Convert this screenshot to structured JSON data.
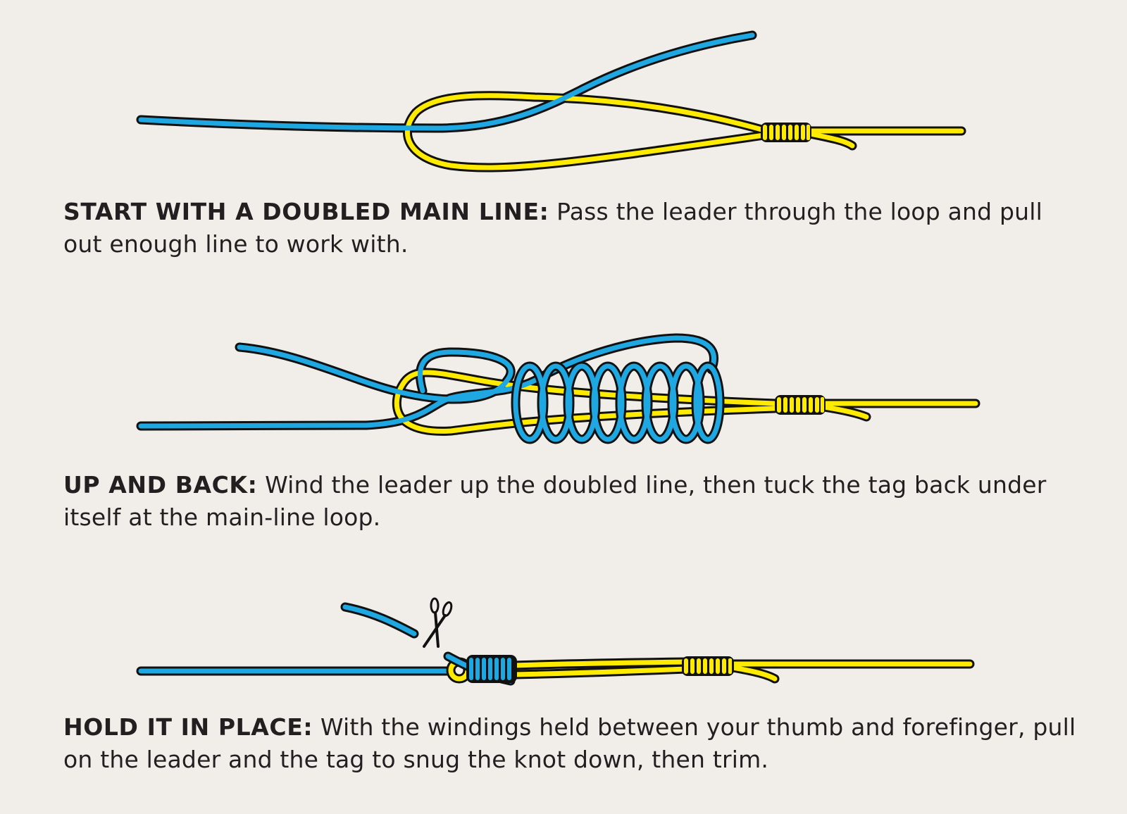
{
  "colors": {
    "background": "#f1eeea",
    "main_line": "#ffeb00",
    "leader": "#1ea7e0",
    "outline": "#111111",
    "text": "#231f20"
  },
  "steps": [
    {
      "lead": "START WITH A DOUBLED MAIN LINE:",
      "body": " Pass the leader through the loop and pull out enough line to work with.",
      "illustration": "doubled yellow main line forming a loop with a yellow bimini wrap, blue leader passing through the loop"
    },
    {
      "lead": "UP AND BACK:",
      "body": " Wind the leader up the doubled line, then tuck the tag back under itself at the main-line loop.",
      "illustration": "blue leader wound in 8 coils around the doubled yellow line, tag tucked back through the loop"
    },
    {
      "lead": "HOLD IT IN PLACE:",
      "body": " With the windings held between your thumb and forefinger, pull on the leader and the tag to snug the knot down, then trim.",
      "illustration": "snugged knot with trimmed blue tag end and scissors icon"
    }
  ],
  "icons": {
    "scissors": "scissors-icon"
  }
}
